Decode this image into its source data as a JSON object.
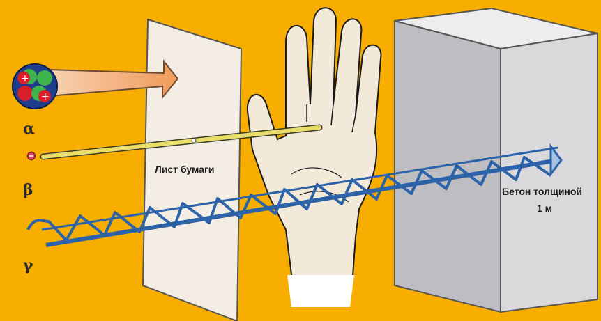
{
  "labels": {
    "alpha": "α",
    "beta": "β",
    "gamma": "γ",
    "paper": "Лист бумаги",
    "concrete_line1": "Бетон толщиной",
    "concrete_line2": "1 м"
  },
  "colors": {
    "background": "#F7AE00",
    "paper": "#F4EDE3",
    "concrete_front": "#DCDCDE",
    "concrete_side": "#BEBEC2",
    "concrete_top": "#ECECEE",
    "alpha_arrow": "#F2B47A",
    "alpha_nucleus": "#1E3D8C",
    "proton": "#D81E2A",
    "neutron": "#3CB44A",
    "beta_ray": "#E9DE6A",
    "gamma_wave": "#2B62A8",
    "hand": "#F3E9D8"
  }
}
